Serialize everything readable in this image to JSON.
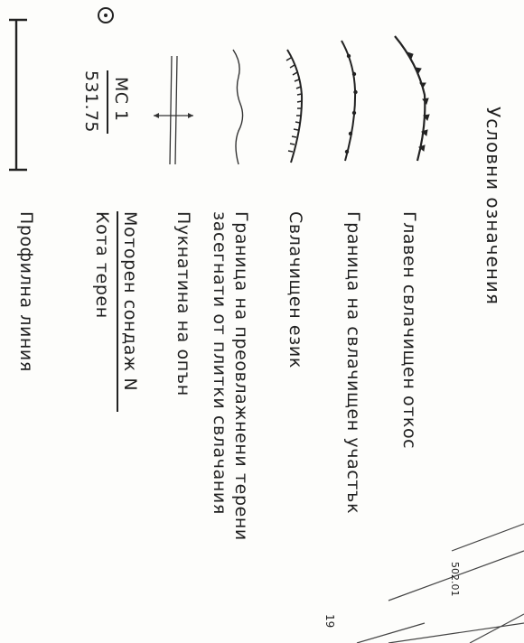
{
  "legend": {
    "title": "Условни означения",
    "items": [
      {
        "key": "main_slope",
        "label": "Главен свлачищен откос"
      },
      {
        "key": "landslide_area",
        "label": "Граница на свлачищен участък"
      },
      {
        "key": "tongue",
        "label": "Свлачищен език"
      },
      {
        "key": "wet_ground",
        "label": "Граница на преовлажнени терени",
        "label2": "засегнати от плитки свлачания"
      },
      {
        "key": "crack",
        "label": "Пукнатина на опън"
      },
      {
        "key": "borehole",
        "label": "Моторен сондаж N",
        "label2": "Кота терен",
        "symbol_top": "МС 1",
        "symbol_bottom": "531.75"
      },
      {
        "key": "profile",
        "label": "Профилна линия"
      }
    ]
  },
  "margin_notes": {
    "note_a": "502.01",
    "note_b": "19"
  }
}
